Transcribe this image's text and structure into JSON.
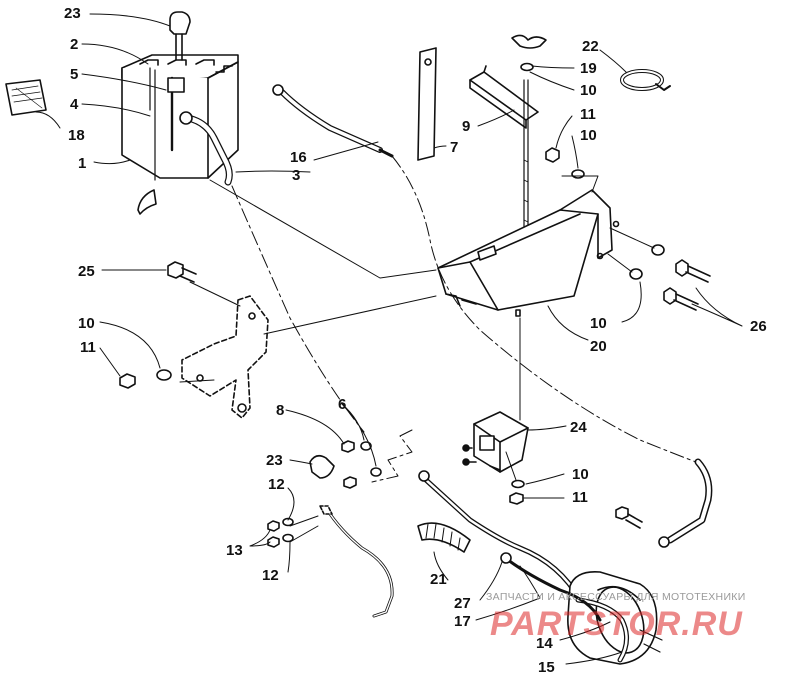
{
  "diagram": {
    "callouts": [
      {
        "id": "c23a",
        "text": "23"
      },
      {
        "id": "c2",
        "text": "2"
      },
      {
        "id": "c5",
        "text": "5"
      },
      {
        "id": "c4",
        "text": "4"
      },
      {
        "id": "c18",
        "text": "18"
      },
      {
        "id": "c1",
        "text": "1"
      },
      {
        "id": "c16",
        "text": "16"
      },
      {
        "id": "c3",
        "text": "3"
      },
      {
        "id": "c7",
        "text": "7"
      },
      {
        "id": "c9",
        "text": "9"
      },
      {
        "id": "c22",
        "text": "22"
      },
      {
        "id": "c19",
        "text": "19"
      },
      {
        "id": "c10a",
        "text": "10"
      },
      {
        "id": "c11a",
        "text": "11"
      },
      {
        "id": "c10b",
        "text": "10"
      },
      {
        "id": "c25",
        "text": "25"
      },
      {
        "id": "c10c",
        "text": "10"
      },
      {
        "id": "c11b",
        "text": "11"
      },
      {
        "id": "c10d",
        "text": "10"
      },
      {
        "id": "c26",
        "text": "26"
      },
      {
        "id": "c20",
        "text": "20"
      },
      {
        "id": "c8",
        "text": "8"
      },
      {
        "id": "c6",
        "text": "6"
      },
      {
        "id": "c24",
        "text": "24"
      },
      {
        "id": "c23b",
        "text": "23"
      },
      {
        "id": "c12a",
        "text": "12"
      },
      {
        "id": "c10e",
        "text": "10"
      },
      {
        "id": "c11c",
        "text": "11"
      },
      {
        "id": "c13",
        "text": "13"
      },
      {
        "id": "c12b",
        "text": "12"
      },
      {
        "id": "c21",
        "text": "21"
      },
      {
        "id": "c27",
        "text": "27"
      },
      {
        "id": "c17",
        "text": "17"
      },
      {
        "id": "c14",
        "text": "14"
      },
      {
        "id": "c15",
        "text": "15"
      }
    ]
  },
  "watermark": {
    "caption": "ЗАПЧАСТИ И АКСЕССУАРЫ ДЛЯ МОТОТЕХНИКИ",
    "logo": "PARTSTOR.RU",
    "color": "#dc2828"
  }
}
